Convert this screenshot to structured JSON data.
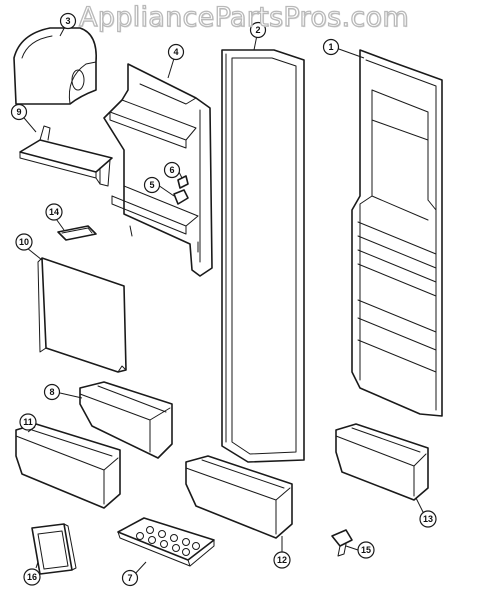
{
  "watermark": "AppliancePartsPros.com",
  "callouts": {
    "c1": "1",
    "c2": "2",
    "c3": "3",
    "c4": "4",
    "c5": "5",
    "c6": "6",
    "c7": "7",
    "c8": "8",
    "c9": "9",
    "c10": "10",
    "c11": "11",
    "c12": "12",
    "c13": "13",
    "c14": "14",
    "c15": "15",
    "c16": "16"
  }
}
